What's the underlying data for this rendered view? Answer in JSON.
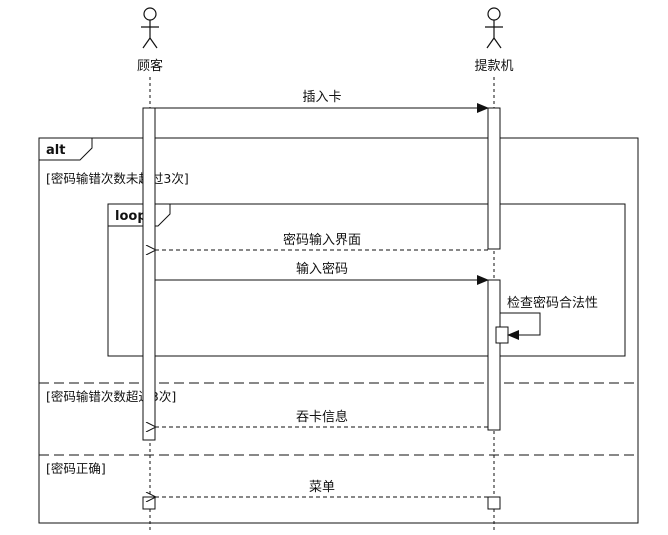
{
  "actors": {
    "customer": "顾客",
    "atm": "提款机"
  },
  "fragments": {
    "alt": {
      "keyword": "alt",
      "guards": [
        "[密码输错次数未超过3次]",
        "[密码输错次数超过3次]",
        "[密码正确]"
      ]
    },
    "loop": {
      "keyword": "loop"
    }
  },
  "messages": {
    "insert_card": "插入卡",
    "password_screen": "密码输入界面",
    "enter_password": "输入密码",
    "check_password": "检查密码合法性",
    "swallow_card": "吞卡信息",
    "menu": "菜单"
  }
}
